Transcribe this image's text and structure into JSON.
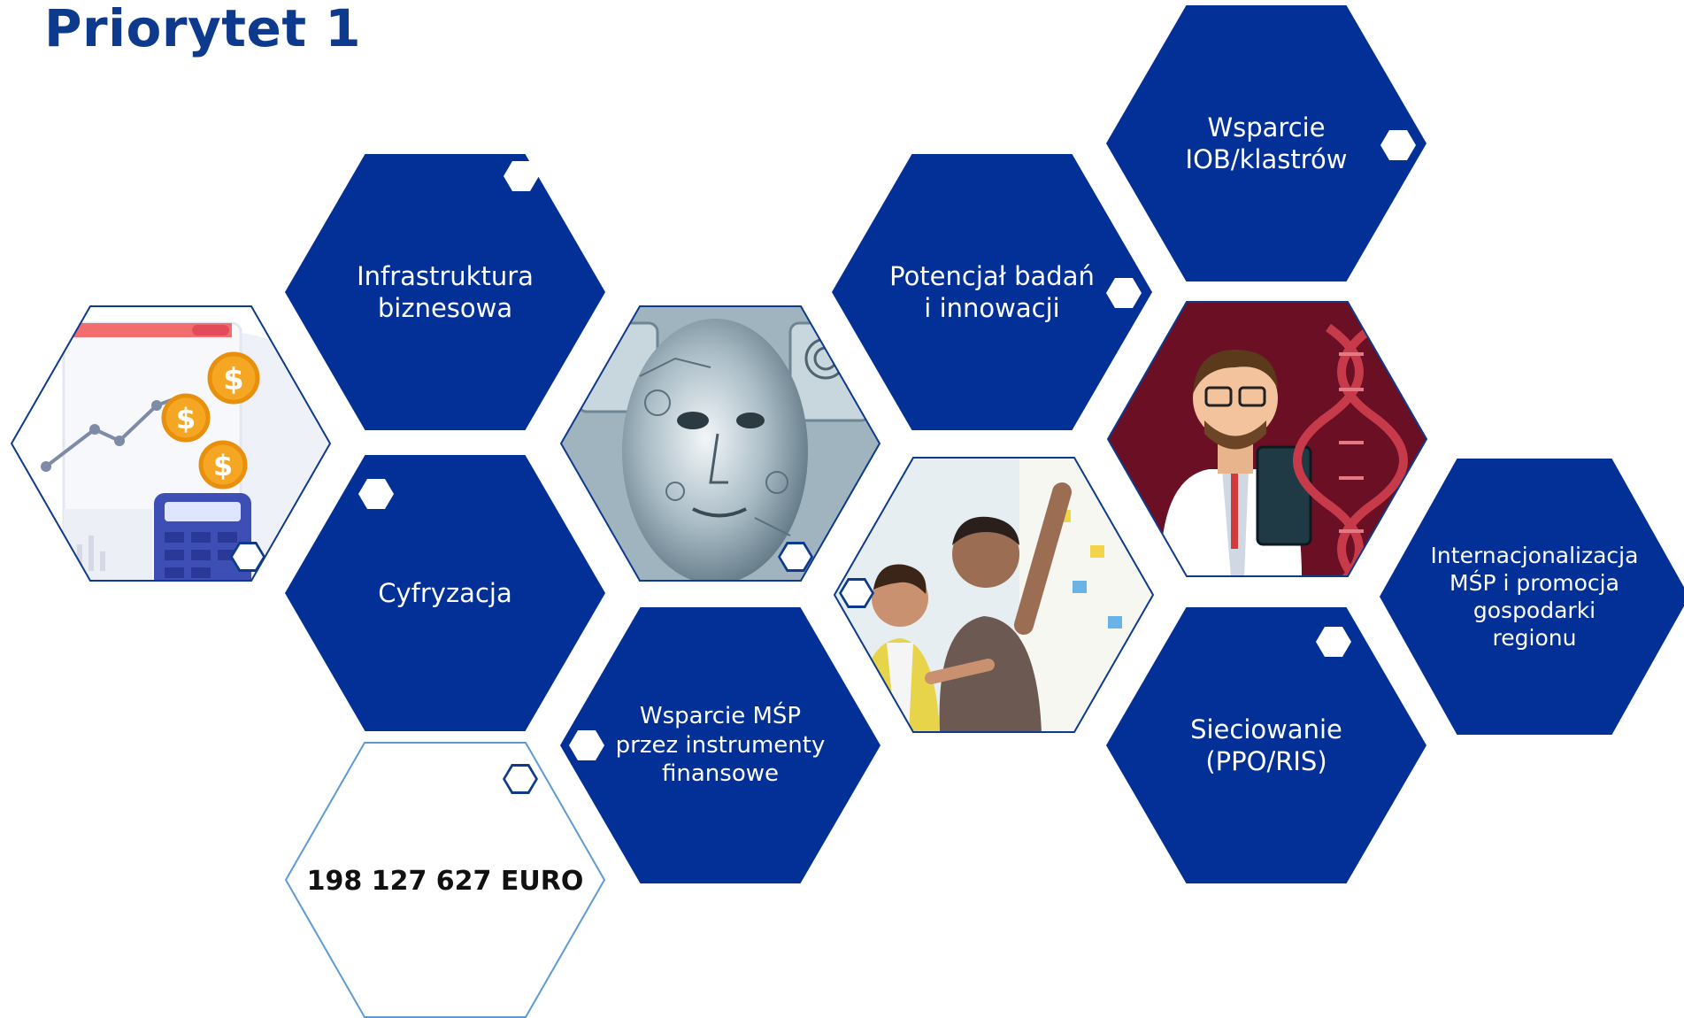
{
  "title": "Priorytet 1",
  "hexagons": {
    "infrastruktura": "Infrastruktura biznesowa",
    "cyfryzacja": "Cyfryzacja",
    "potencjal": "Potencjał badań i innowacji",
    "wsparcie_iob": "Wsparcie IOB/klastrów",
    "internacjonalizacja": "Internacjonalizacja MŚP i promocja gospodarki regionu",
    "wsparcie_msp": "Wsparcie MŚP przez instrumenty finansowe",
    "sieciowanie": "Sieciowanie (PPO/RIS)"
  },
  "amount": "198 127 627 EURO",
  "colors": {
    "brand_blue": "#023096",
    "title_blue": "#0d3a8c",
    "outline_light": "#5b9bd5"
  },
  "icons": [
    "finance-chart-icon",
    "ai-face-icon",
    "scientist-dna-icon",
    "team-whiteboard-icon"
  ]
}
